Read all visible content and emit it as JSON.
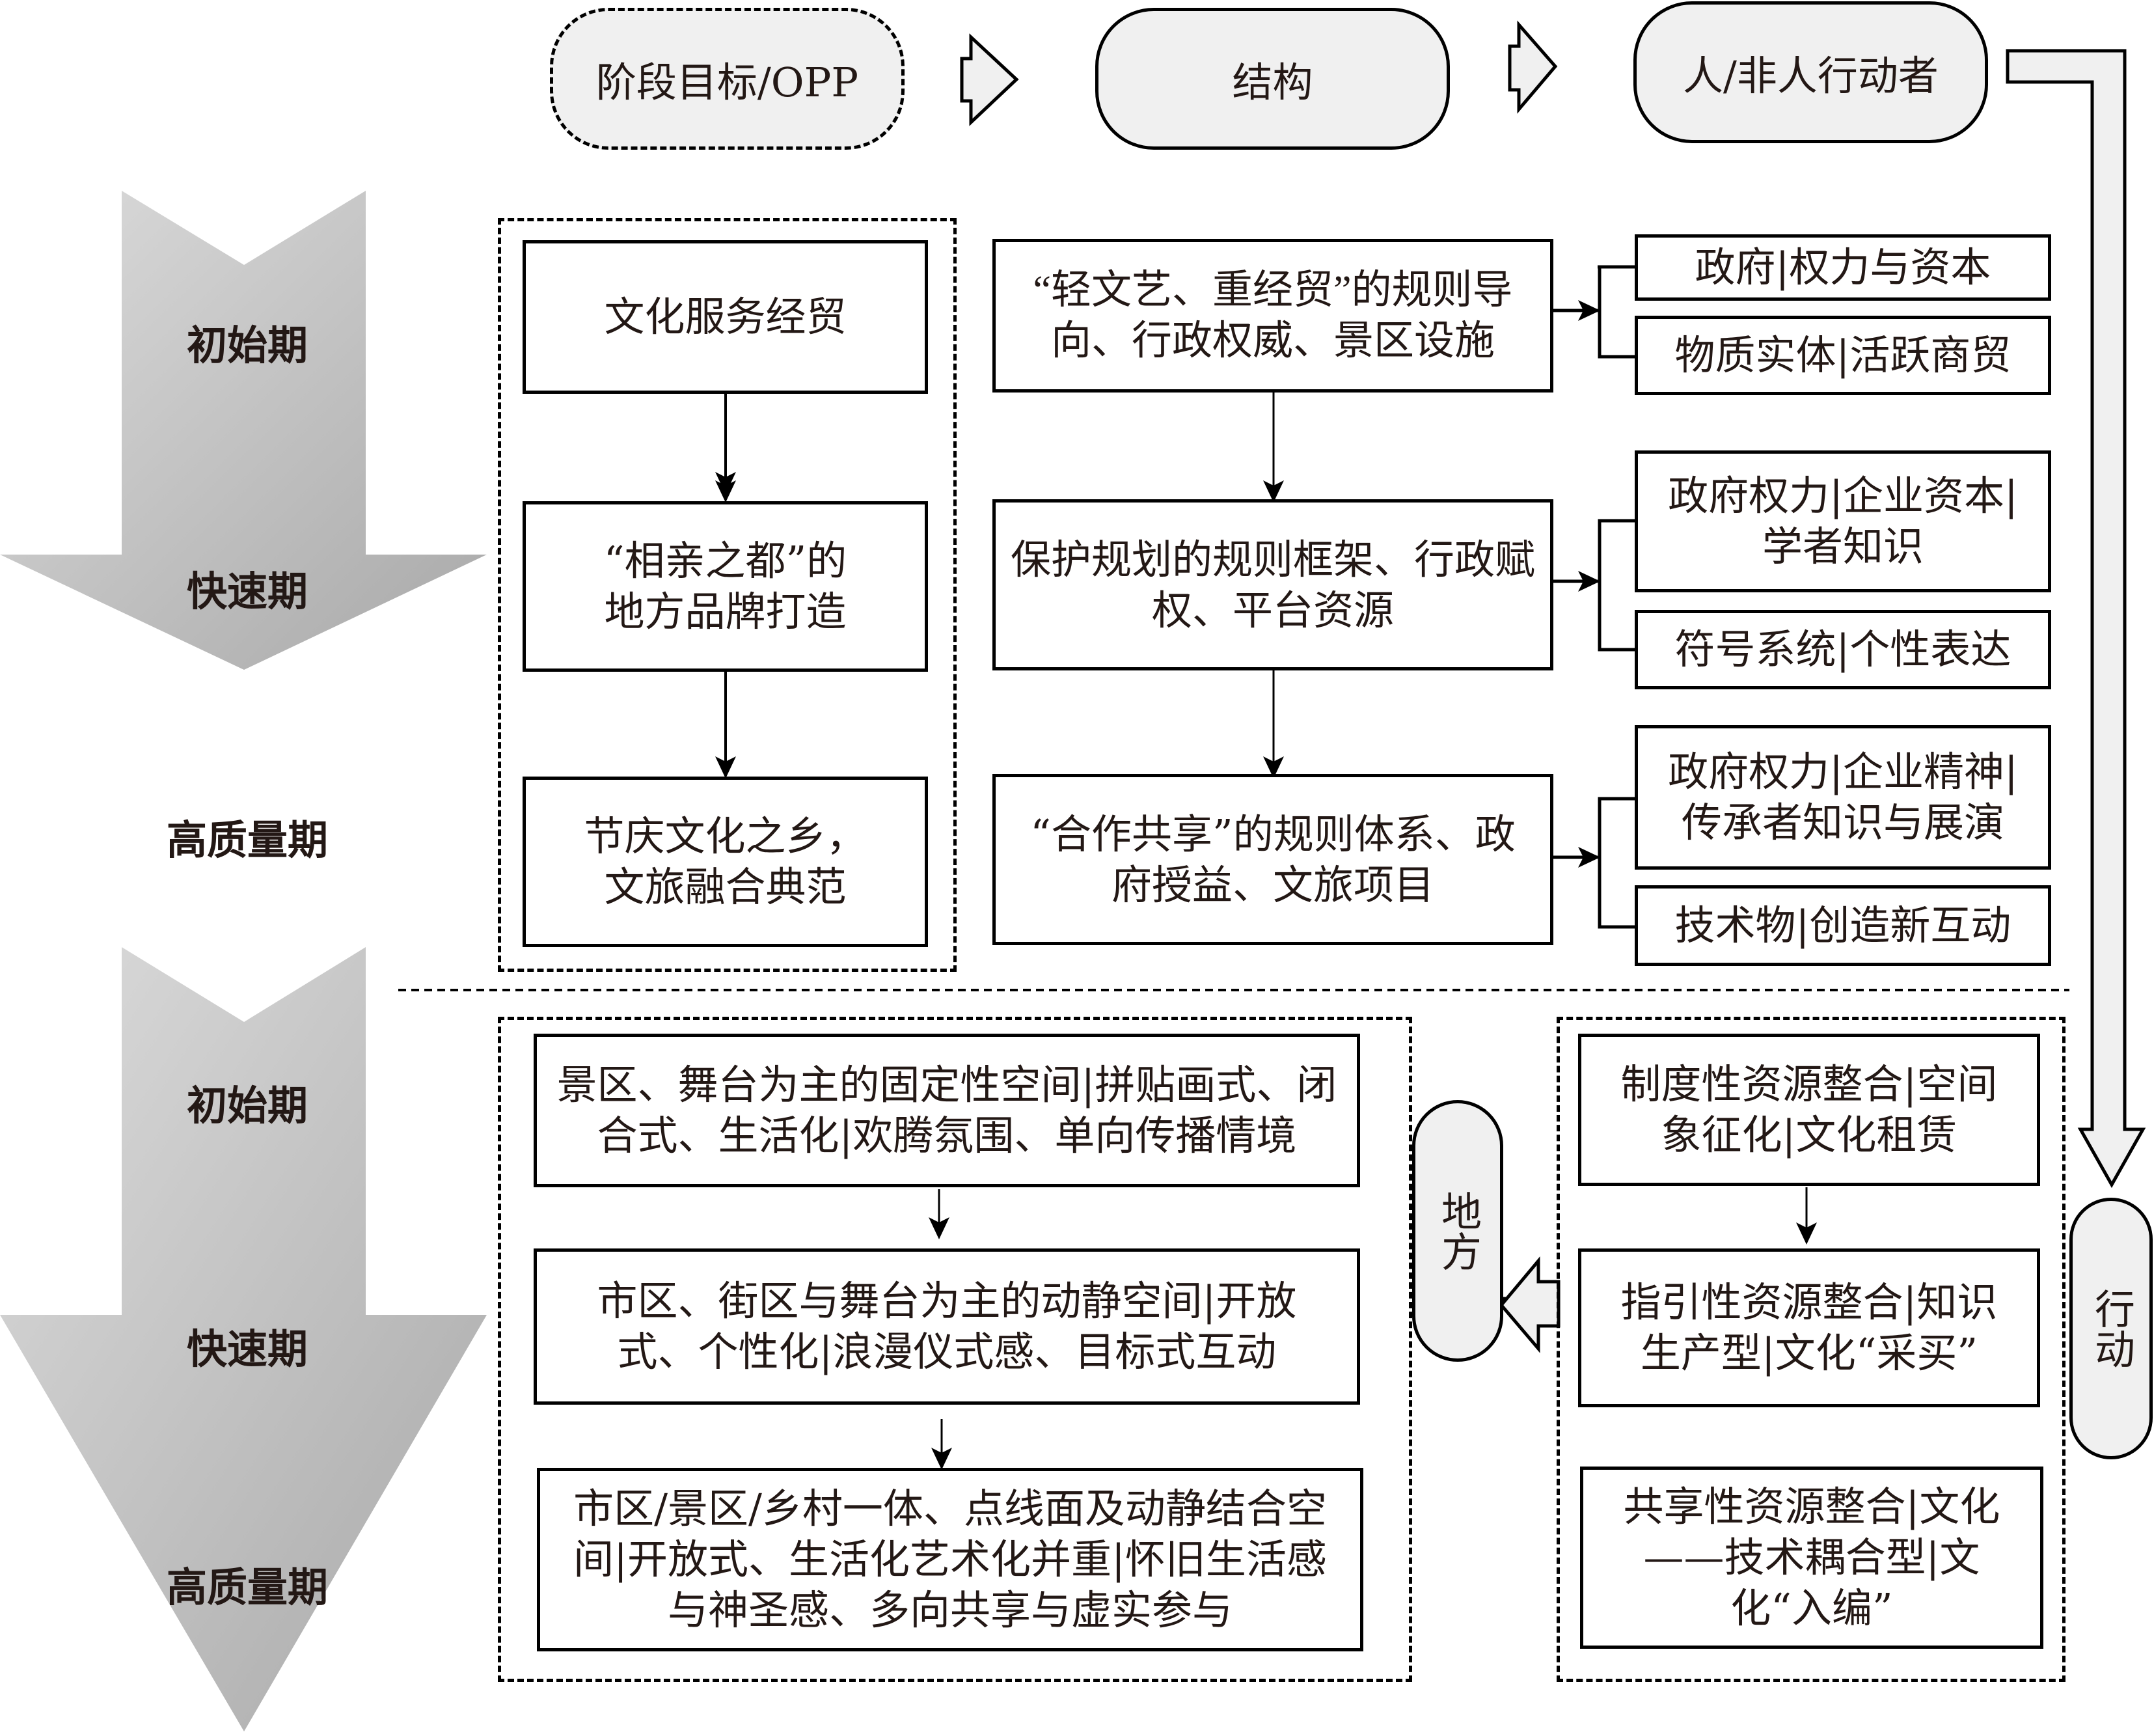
{
  "header": {
    "stage_goal": "阶段目标/OPP",
    "structure": "结构",
    "actors": "人/非人行动者"
  },
  "stages_top": [
    "初始期",
    "快速期",
    "高质量期"
  ],
  "stages_bottom": [
    "初始期",
    "快速期",
    "高质量期"
  ],
  "goals": [
    "文化服务经贸",
    "“相亲之都”的地方品牌打造",
    "节庆文化之乡，文旅融合典范"
  ],
  "structures": [
    "“轻文艺、重经贸”的规则导向、行政权威、景区设施",
    "保护规划的规则框架、行政赋权、平台资源",
    "“合作共享”的规则体系、政府授益、文旅项目"
  ],
  "actors": [
    [
      "政府|权力与资本",
      "物质实体|活跃商贸"
    ],
    [
      "政府权力|企业资本|学者知识",
      "符号系统|个性表达"
    ],
    [
      "政府权力|企业精神|传承者知识与展演",
      "技术物|创造新互动"
    ]
  ],
  "places": [
    "景区、舞台为主的固定性空间|拼贴画式、闭合式、生活化|欢腾氛围、单向传播情境",
    "市区、街区与舞台为主的动静空间|开放式、个性化|浪漫仪式感、目标式互动",
    "市区/景区/乡村一体、点线面及动静结合空间|开放式、生活化艺术化并重|怀旧生活感与神圣感、多向共享与虚实参与"
  ],
  "actions": [
    "制度性资源整合|空间象征化|文化租赁",
    "指引性资源整合|知识生产型|文化“采买”",
    "共享性资源整合|文化——技术耦合型|文化“入编”"
  ],
  "side_labels": {
    "place": "地方",
    "action": "行动"
  }
}
